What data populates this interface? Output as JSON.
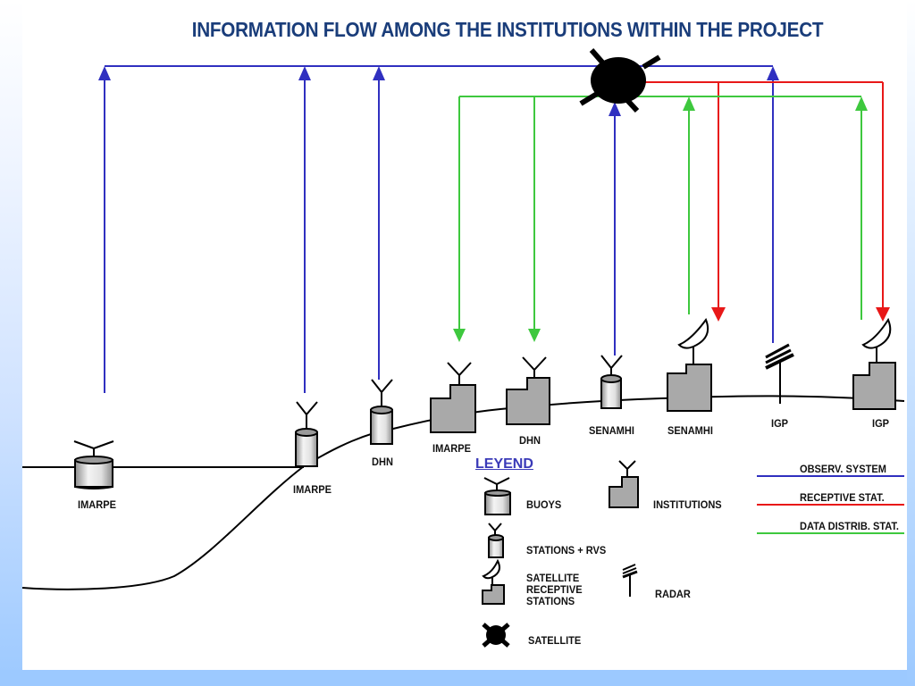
{
  "title": "INFORMATION FLOW AMONG THE INSTITUTIONS WITHIN THE PROJECT",
  "colors": {
    "observ_system": "#3030c0",
    "receptive_stat": "#e81818",
    "data_distrib_stat": "#3ec83e",
    "title": "#1a3d7a",
    "institution_fill": "#a9a9a9"
  },
  "nodes": [
    {
      "id": "buoy-imarpe",
      "type": "buoy",
      "label": "IMARPE"
    },
    {
      "id": "station-imarpe",
      "type": "station",
      "label": "IMARPE"
    },
    {
      "id": "station-dhn",
      "type": "station",
      "label": "DHN"
    },
    {
      "id": "institution-imarpe",
      "type": "institution",
      "label": "IMARPE"
    },
    {
      "id": "institution-dhn",
      "type": "institution",
      "label": "DHN"
    },
    {
      "id": "station-senamhi",
      "type": "station",
      "label": "SENAMHI"
    },
    {
      "id": "receptive-senamhi",
      "type": "satellite-receptive-station",
      "label": "SENAMHI"
    },
    {
      "id": "radar-igp",
      "type": "radar",
      "label": "IGP"
    },
    {
      "id": "receptive-igp",
      "type": "satellite-receptive-station",
      "label": "IGP"
    }
  ],
  "flows": {
    "observ_system": [
      "IMARPE (buoy) → satellite",
      "IMARPE (station) → satellite",
      "DHN (station) → satellite",
      "SENAMHI (station) → satellite",
      "IGP (radar) → satellite"
    ],
    "receptive_stat": [
      "satellite → SENAMHI",
      "satellite → IGP"
    ],
    "data_distrib_stat": [
      "SENAMHI → IMARPE",
      "SENAMHI → DHN",
      "IGP → IMARPE",
      "IGP → DHN"
    ]
  },
  "legend": {
    "title": "LEYEND",
    "symbols": [
      {
        "icon": "buoy-icon",
        "label": "BUOYS"
      },
      {
        "icon": "institution-icon",
        "label": "INSTITUTIONS"
      },
      {
        "icon": "station-icon",
        "label": "STATIONS + RVS"
      },
      {
        "icon": "satellite-dish-icon",
        "label_lines": [
          "SATELLITE",
          "RECEPTIVE",
          "STATIONS"
        ]
      },
      {
        "icon": "radar-icon",
        "label": "RADAR"
      },
      {
        "icon": "satellite-icon",
        "label": "SATELLITE"
      }
    ],
    "lines": [
      {
        "label": "OBSERV. SYSTEM",
        "color": "#3030c0"
      },
      {
        "label": "RECEPTIVE STAT.",
        "color": "#e81818"
      },
      {
        "label": "DATA DISTRIB. STAT.",
        "color": "#3ec83e"
      }
    ]
  }
}
